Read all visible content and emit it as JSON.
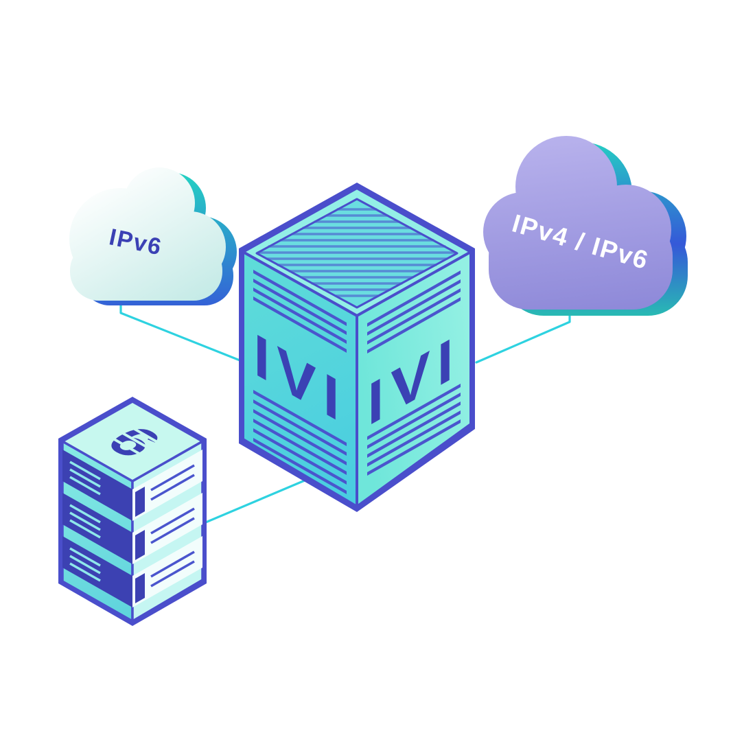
{
  "scene": {
    "description": "Isometric network illustration: IVI translator box connecting an IPv6 cloud, an IPv4/IPv6 dual-stack cloud and an IPv6 server",
    "background": "#ffffff"
  },
  "labels": {
    "ipv6_cloud": "IPv6",
    "dual_stack_cloud": "IPv4 / IPv6",
    "translator_left": "IVI",
    "translator_right": "IVI",
    "server_top": "6"
  },
  "colors": {
    "background": "#ffffff",
    "line": "#2ed2e0",
    "ink": "#3b41b4",
    "edge": "#4a4ecb",
    "stripe": "#4a55cd",
    "teal_accent": "#24d4c2",
    "teal_accent2": "#26d1ab",
    "blue_accent": "#3558d8",
    "cloud_light_top": "#ffffff",
    "cloud_light_bottom": "#c6ebe7",
    "cloud_purple_top": "#b7b1ec",
    "cloud_purple_bottom": "#8d88d8",
    "cube_top": "#93efe6",
    "cube_top_panel": "#6adde0",
    "cube_left_top": "#5fdcd9",
    "cube_left_bottom": "#49cde0",
    "cube_right_top": "#6fe6da",
    "cube_right_bottom": "#93f0e3",
    "server_top": "#c7f8ef",
    "server_right": "#c5f6f2",
    "server_left_top": "#86e9e4",
    "server_left_bottom": "#5ed3dc",
    "bay_light": "#f2fdfc",
    "bay_dark": "#3c41b2",
    "vent": "#8fe8ea",
    "label_light": "#ffffff"
  }
}
